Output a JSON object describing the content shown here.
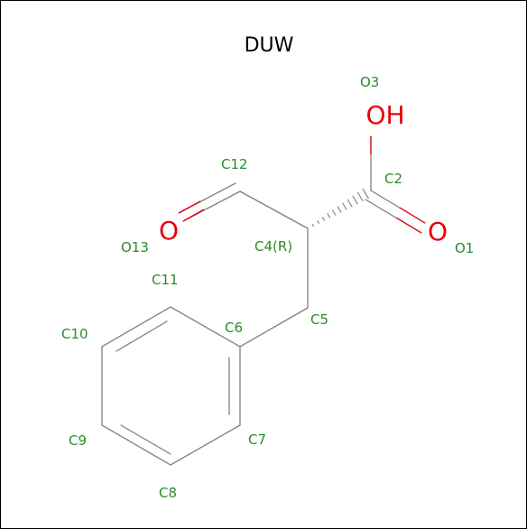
{
  "title": "DUW",
  "colors": {
    "bond": "#7f7f7f",
    "label": "#2a8c2a",
    "oxygen": "#e8000b"
  },
  "atom_labels": {
    "O3": "O3",
    "C2": "C2",
    "O1": "O1",
    "C12": "C12",
    "O13": "O13",
    "C4": "C4(R)",
    "C11": "C11",
    "C5": "C5",
    "C6": "C6",
    "C10": "C10",
    "C9": "C9",
    "C7": "C7",
    "C8": "C8"
  },
  "element_symbols": {
    "O3": "OH",
    "O1": "O",
    "O13": "O"
  }
}
